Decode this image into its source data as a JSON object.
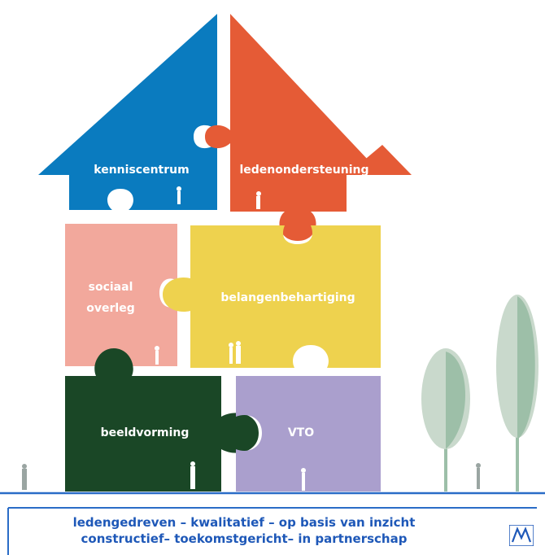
{
  "pieces": {
    "kenniscentrum": "kenniscentrum",
    "ledenondersteuning": "ledenondersteuning",
    "sociaal_line1": "sociaal",
    "sociaal_line2": "overleg",
    "belangen": "belangenbehartiging",
    "beeldvorming": "beeldvorming",
    "vto": "VTO"
  },
  "footer": {
    "line1": "ledengedreven – kwalitatief – op basis van inzicht",
    "line2": "constructief– toekomstgericht– in partnerschap",
    "logo_text": "MV"
  },
  "colors": {
    "blue": "#0a7bbf",
    "orange": "#e55b36",
    "pink": "#f2a89c",
    "yellow": "#eed24e",
    "darkgreen": "#1a4726",
    "lavender": "#aa9fcd",
    "ground_line": "#2a6cc7",
    "footer_text": "#1e58b8",
    "tree_light": "#c9d9cc",
    "tree_dark": "#9dbfa8"
  }
}
